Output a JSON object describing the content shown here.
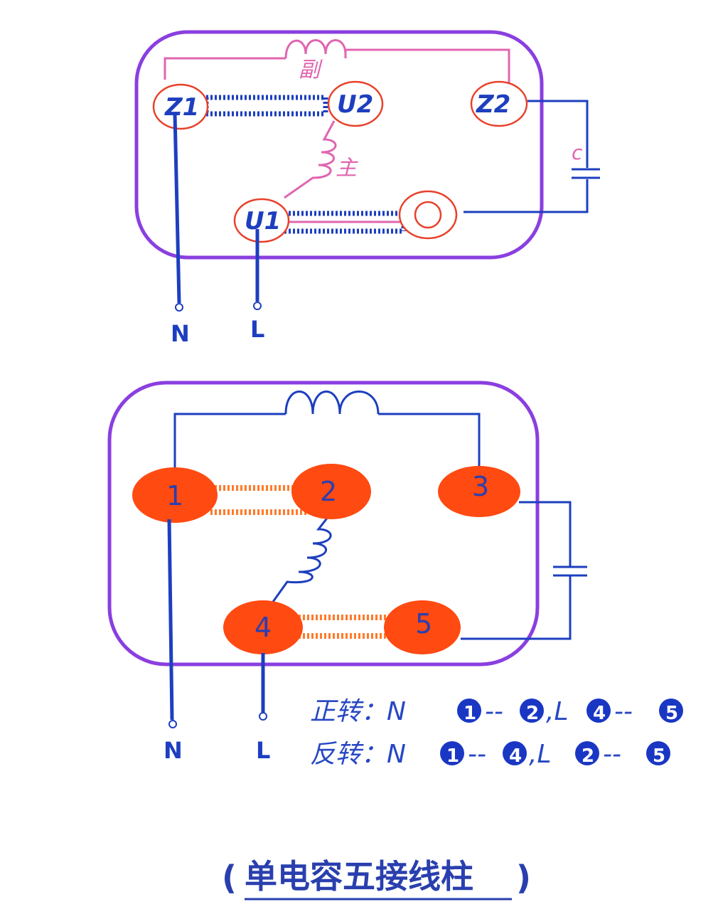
{
  "top": {
    "terminals": {
      "z1": "Z1",
      "u2": "U2",
      "z2": "Z2",
      "u1": "U1"
    },
    "aux_winding_label": "副",
    "main_winding_label": "主",
    "capacitor_label": "c",
    "supply": {
      "n": "N",
      "l": "L"
    }
  },
  "bottom": {
    "terminals": {
      "t1": "1",
      "t2": "2",
      "t3": "3",
      "t4": "4",
      "t5": "5"
    },
    "supply": {
      "n": "N",
      "l": "L"
    },
    "legend": {
      "forward_prefix": "正转：N",
      "forward_a": "1",
      "forward_mid": "--",
      "forward_b": "2",
      "forward_sep": ",L",
      "forward_c": "4",
      "forward_mid2": "--",
      "forward_d": "5",
      "reverse_prefix": "反转：N",
      "reverse_a": "1",
      "reverse_mid": "--",
      "reverse_b": "4",
      "reverse_sep": ",L",
      "reverse_c": "2",
      "reverse_mid2": "--",
      "reverse_d": "5"
    }
  },
  "title": {
    "open": "(",
    "text": "单电容五接线柱",
    "close": ")"
  },
  "colors": {
    "frame": "#8a3fe0",
    "wire": "#1d3fbf",
    "pink": "#e066b0",
    "terminal_fill": "#ff4a12",
    "terminal_ring": "#e8402a",
    "jumper_orange": "#ff7a2a"
  }
}
